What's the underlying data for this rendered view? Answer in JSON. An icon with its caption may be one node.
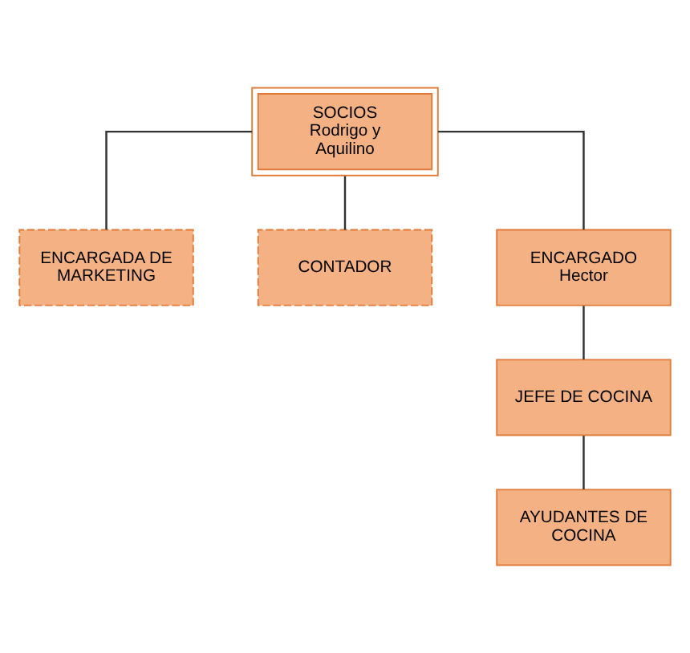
{
  "diagram": {
    "nodes": [
      {
        "text": [
          "SOCIOS",
          "Rodrigo y Aquilino"
        ]
      },
      {
        "text": [
          "ENCARGADA DE MARKETING"
        ]
      },
      {
        "text": [
          "CONTADOR"
        ]
      },
      {
        "text": [
          "ENCARGADO",
          "Hector"
        ]
      },
      {
        "text": [
          "JEFE DE COCINA"
        ]
      },
      {
        "text": [
          "AYUDANTES DE COCINA"
        ]
      }
    ],
    "edges": [
      {
        "from": 0,
        "to": 1,
        "arrow": "none"
      },
      {
        "from": 0,
        "to": 2,
        "arrow": "none"
      },
      {
        "from": 0,
        "to": 3,
        "arrow": "none"
      },
      {
        "from": 3,
        "to": 4,
        "arrow": "none"
      },
      {
        "from": 4,
        "to": 5,
        "arrow": "none"
      }
    ]
  }
}
